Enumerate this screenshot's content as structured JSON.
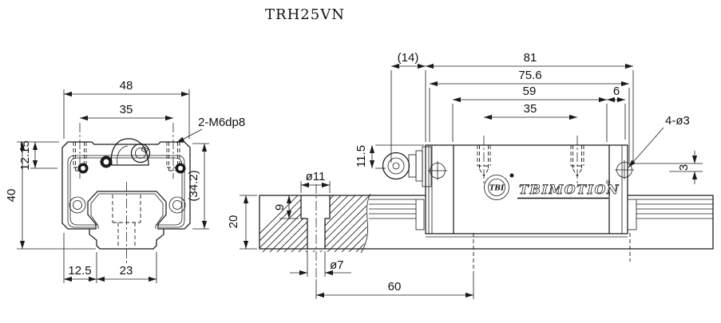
{
  "title": "TRH25VN",
  "front_view": {
    "dims": {
      "block_width": "48",
      "thread_spacing": "35",
      "thread_callout": "2-M6dp8",
      "top_to_center": "12.15",
      "assembly_height": "40",
      "block_height_ref": "(34.2)",
      "edge_to_rail": "12.5",
      "rail_width": "23"
    }
  },
  "side_view": {
    "dims": {
      "nipple_length_ref": "(14)",
      "total_length": "81",
      "block_length": "75.6",
      "length_between_screws": "59",
      "endcap_length": "6",
      "bolt_spacing": "35",
      "nipple_height": "11.5",
      "seal_screw_callout": "4-ø3",
      "screw_offset": "3",
      "counterbore_dia": "ø11",
      "counterbore_depth": "9",
      "rail_height": "20",
      "bolt_hole_dia": "ø7",
      "rail_hole_pitch": "60"
    },
    "logo": {
      "emblem": "TBI",
      "brand": "TBIMOTION",
      "registered": "®"
    }
  }
}
